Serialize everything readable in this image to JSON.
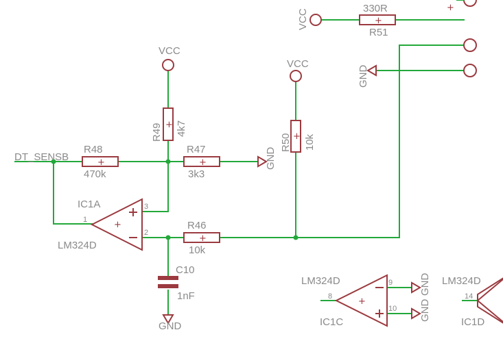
{
  "net_labels": {
    "vcc_top": "VCC",
    "vcc_r49": "VCC",
    "vcc_r50": "VCC",
    "gnd_connector": "GND",
    "gnd_r47": "GND",
    "gnd_c10": "GND",
    "gnd_ic1c_a": "GND",
    "gnd_ic1c_b": "GND",
    "signal": "DT_SENSB"
  },
  "resistors": {
    "r51": {
      "name": "R51",
      "value": "330R"
    },
    "r48": {
      "name": "R48",
      "value": "470k"
    },
    "r49": {
      "name": "R49",
      "value": "4k7"
    },
    "r47": {
      "name": "R47",
      "value": "3k3"
    },
    "r50": {
      "name": "R50",
      "value": "10k"
    },
    "r46": {
      "name": "R46",
      "value": "10k"
    }
  },
  "capacitor": {
    "name": "C10",
    "value": "1nF"
  },
  "opamps": {
    "ic1a": {
      "name": "IC1A",
      "part": "LM324D",
      "pin_out": "1",
      "pin_plus": "3",
      "pin_minus": "2"
    },
    "ic1c": {
      "name": "IC1C",
      "part": "LM324D",
      "pin_out": "8",
      "pin_minus": "9",
      "pin_plus": "10"
    },
    "ic1d": {
      "name": "IC1D",
      "part": "LM324D",
      "pin_out": "14"
    }
  },
  "symbols": {
    "plus": "+",
    "minus": "−",
    "connector_plus": "+"
  }
}
